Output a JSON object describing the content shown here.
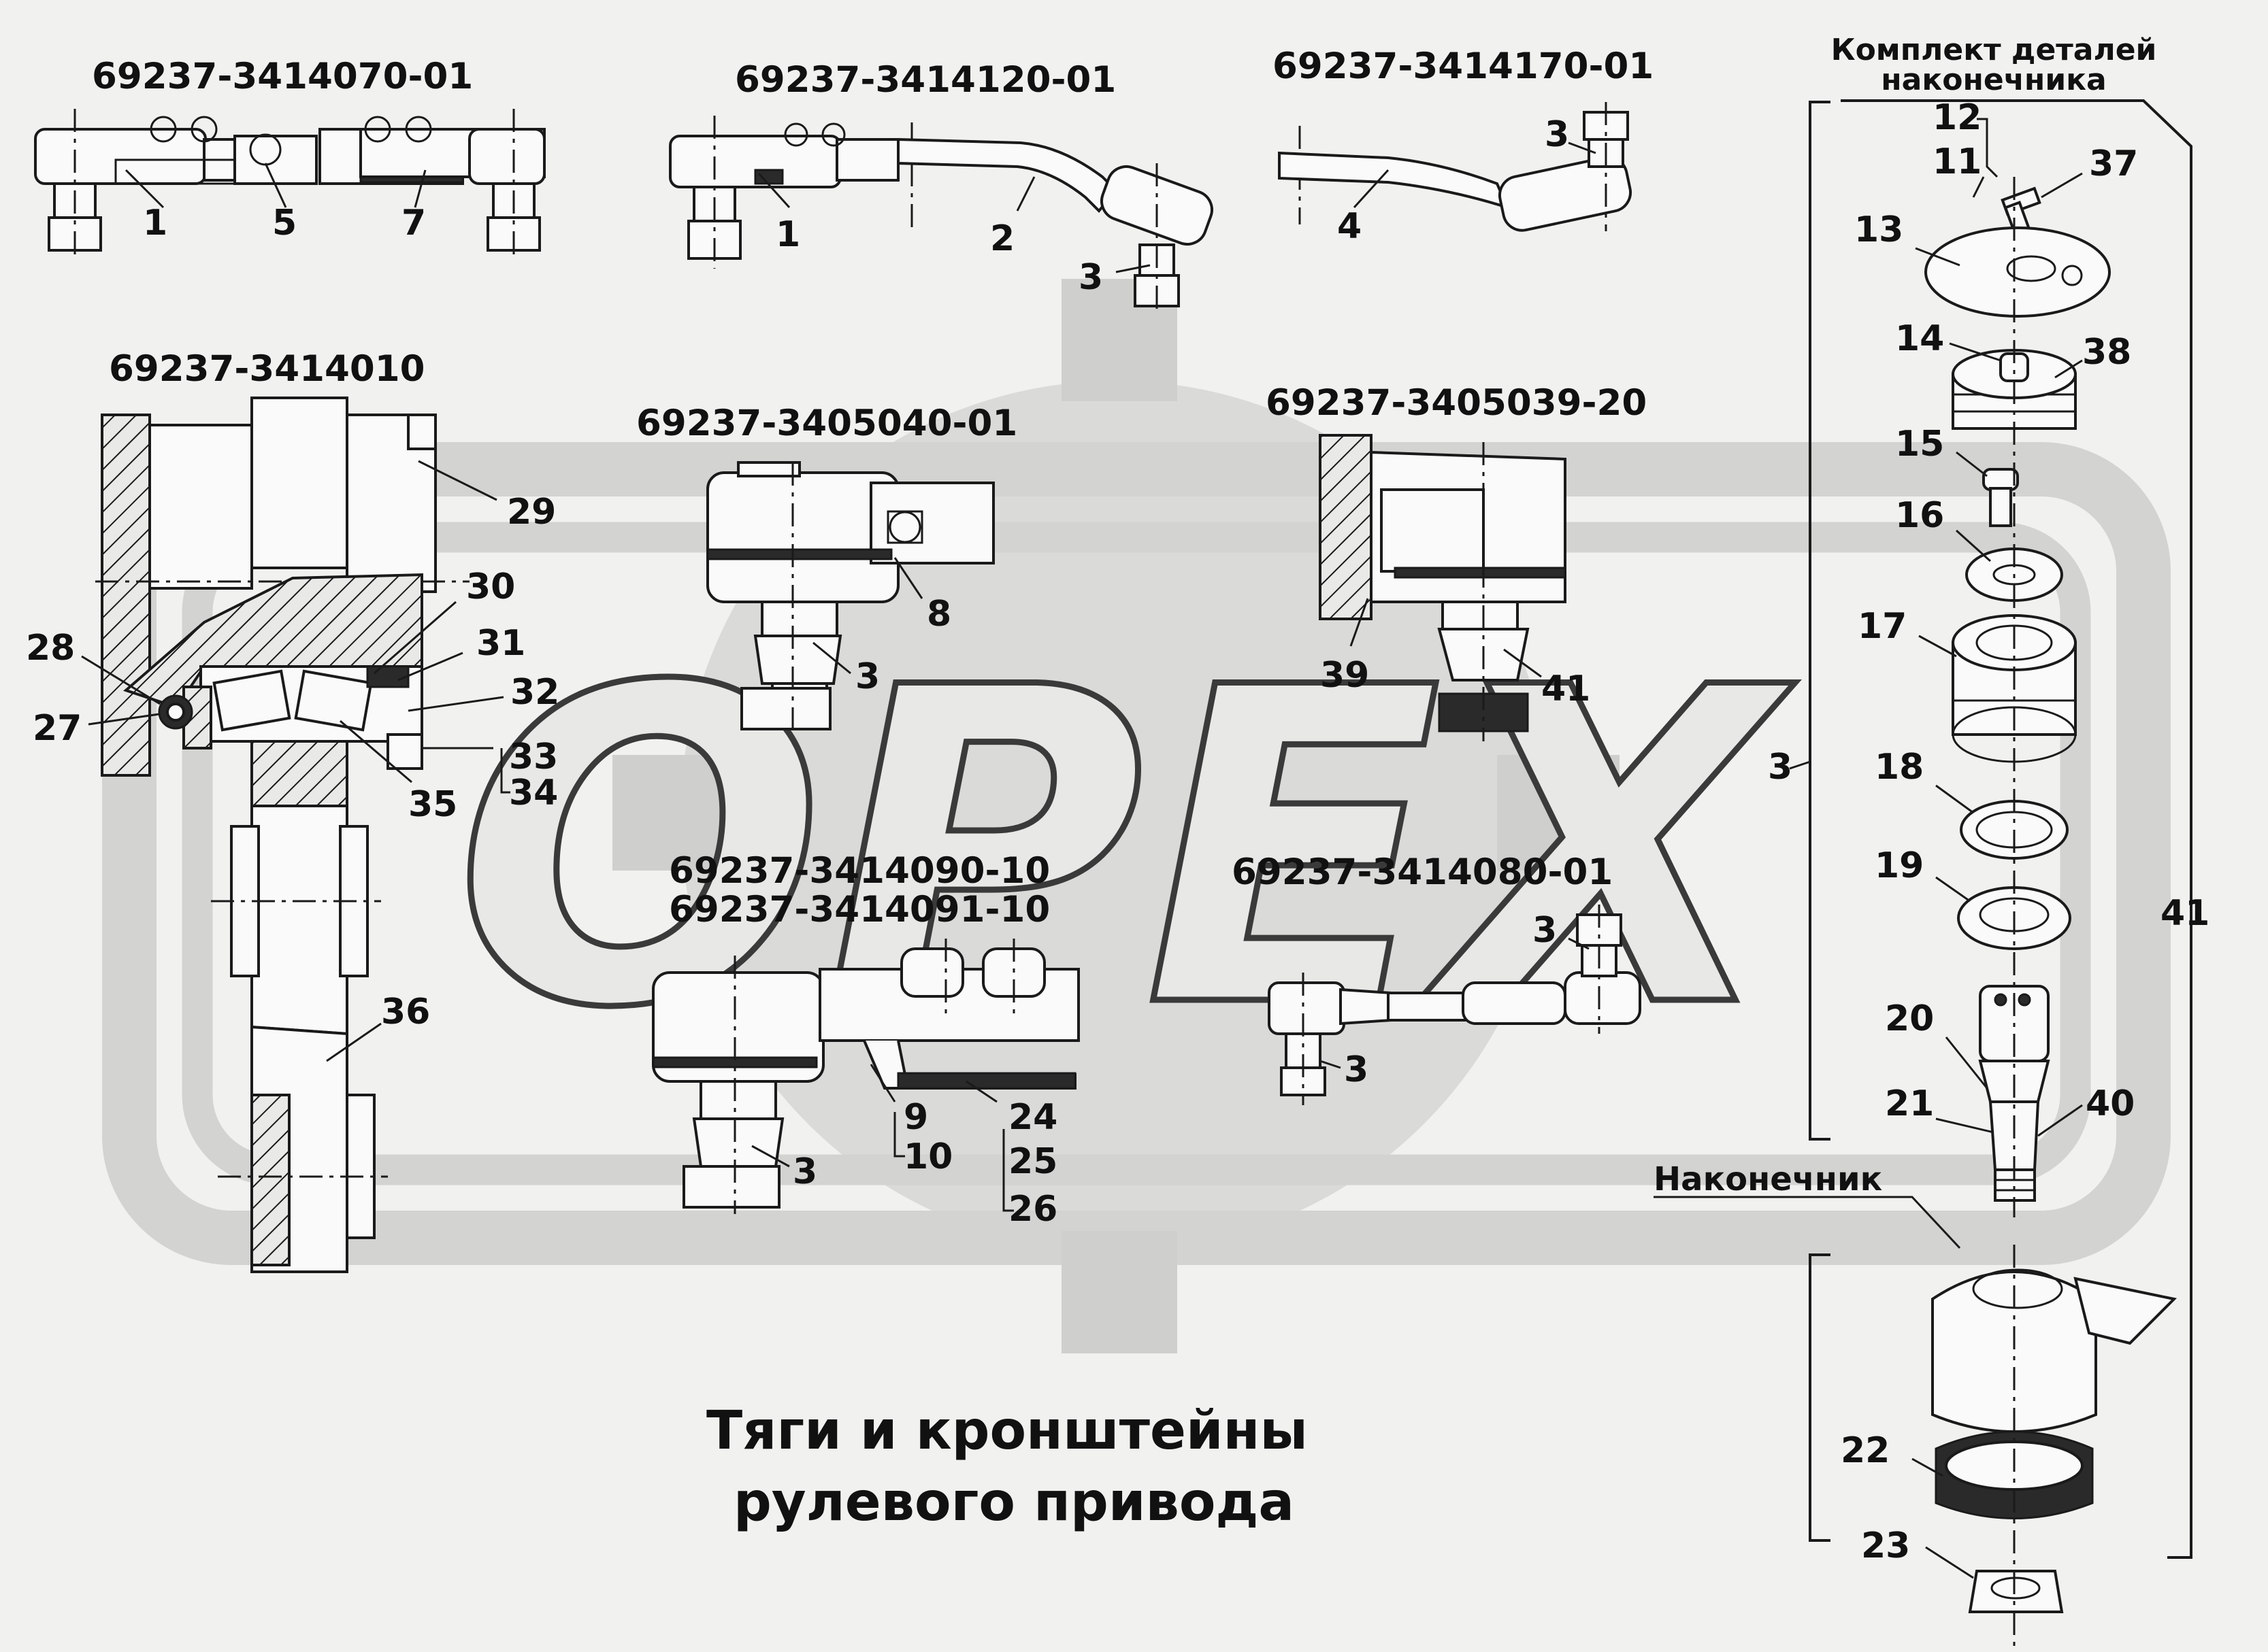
{
  "watermark": {
    "text": "OPEX",
    "color": "#d6d6d4"
  },
  "title": {
    "line1": "Тяги и кронштейны",
    "line2": "рулевого привода"
  },
  "assemblies": [
    {
      "code": "69237-3414070-01",
      "parts": [
        "1",
        "5",
        "7"
      ]
    },
    {
      "code": "69237-3414120-01",
      "parts": [
        "1",
        "2",
        "3"
      ]
    },
    {
      "code": "69237-3414170-01",
      "parts": [
        "3",
        "4"
      ]
    },
    {
      "code": "69237-3414010",
      "parts": [
        "27",
        "28",
        "29",
        "30",
        "31",
        "32",
        "33",
        "34",
        "35",
        "36"
      ]
    },
    {
      "code": "69237-3405040-01",
      "parts": [
        "3",
        "8"
      ]
    },
    {
      "code": "69237-3405039-20",
      "parts": [
        "39",
        "41"
      ]
    },
    {
      "code": "69237-3414090-10",
      "parts": [
        "3",
        "9",
        "10",
        "24",
        "25",
        "26"
      ]
    },
    {
      "code": "69237-3414091-10",
      "parts": []
    },
    {
      "code": "69237-3414080-01",
      "parts": [
        "3",
        "3"
      ]
    }
  ],
  "kit": {
    "title_line1": "Комплект деталей",
    "title_line2": "наконечника",
    "parts": [
      "12",
      "11",
      "37",
      "13",
      "14",
      "38",
      "15",
      "16",
      "17",
      "18",
      "19",
      "20",
      "21",
      "40",
      "22",
      "23"
    ],
    "bracket_left": "3",
    "bracket_right": "41",
    "tip_label": "Наконечник"
  }
}
